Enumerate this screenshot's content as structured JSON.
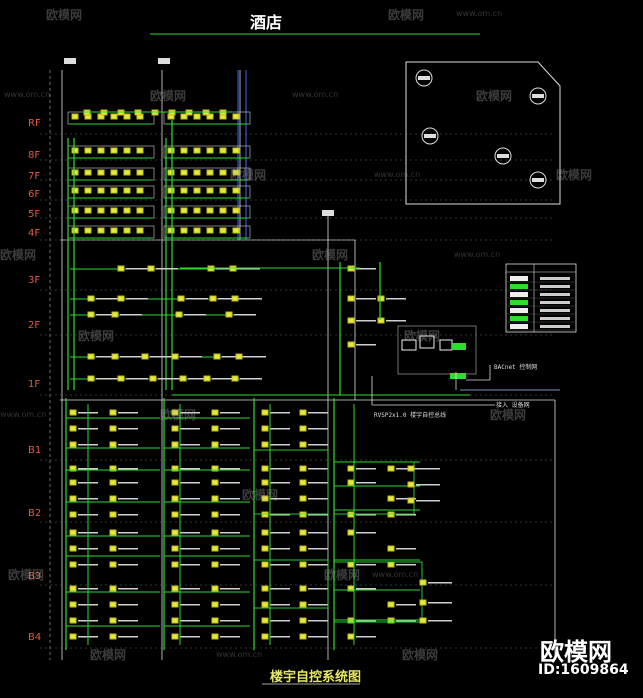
{
  "title": "酒店",
  "caption": "楼宇自控系统图",
  "floors": [
    "RF",
    "8F",
    "7F",
    "6F",
    "5F",
    "4F",
    "3F",
    "2F",
    "1F",
    "B1",
    "B2",
    "B3",
    "B4"
  ],
  "watermark": {
    "brand": "欧模网",
    "url": "www.om.cn",
    "logo": "欧模网",
    "id": "ID:1609864"
  },
  "annotations": {
    "network": "BACnet 控制网",
    "bus": "RVSP2x1.0 楼宇自控总线",
    "outside": "接入 设备网"
  },
  "colors": {
    "background": "#000000",
    "wire": "#2fdc2f",
    "device": "#e8e838",
    "floor_label": "#e25a3a",
    "frame": "#ffffff"
  }
}
